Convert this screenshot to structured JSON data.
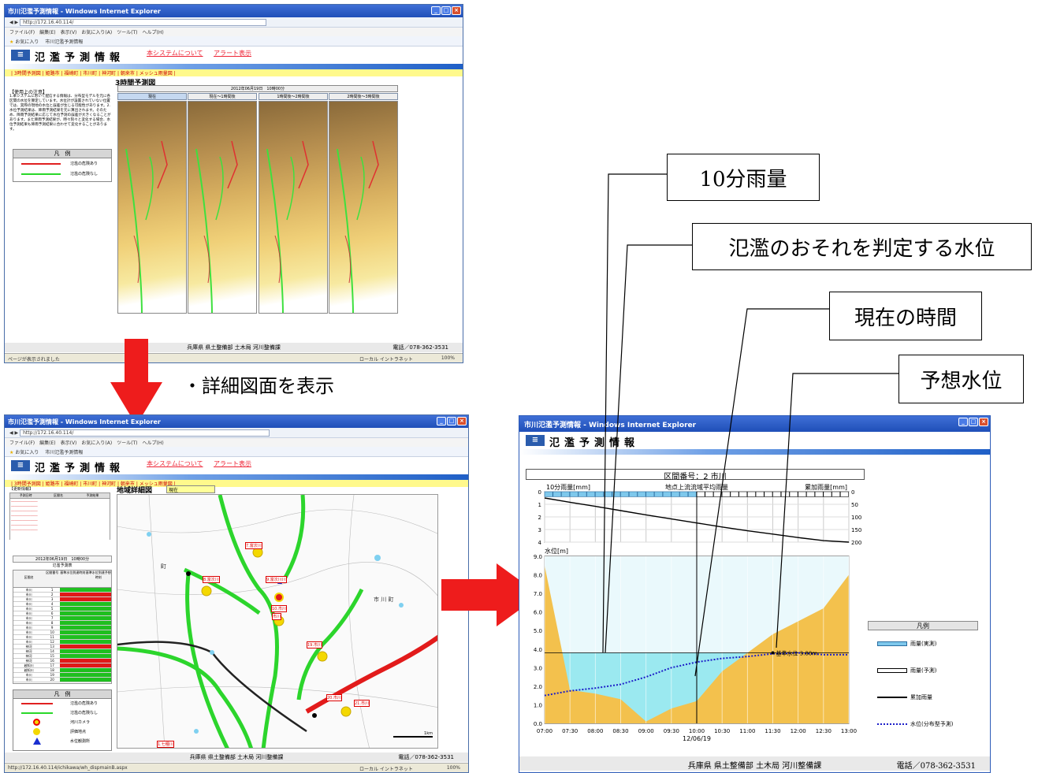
{
  "win1": {
    "title": "市川氾濫予測情報 - Windows Internet Explorer",
    "address": "http://172.16.40.114/",
    "menu": "ファイル(F)　編集(E)　表示(V)　お気に入り(A)　ツール(T)　ヘルプ(H)",
    "fav": "お気に入り",
    "tab": "市川氾濫予測情報",
    "brand_title": "氾濫予測情報",
    "link_about": "本システムについて",
    "link_alert": "アラート表示",
    "navbar": "| 3時間予測図 | 姫路市 | 福崎町 | 市川町 | 神河町 | 朝来市 | メッシュ雨量図 |",
    "page_heading": "3時間予測図",
    "notes_title": "【使用上の注意】",
    "notes": "1.本システムにおいて配信する情報は、分布型モデルを元に各区間の水位を算定しています。水位計が設置されていない位置では、実際の現地の水位と誤差が生じる可能性があります。2.水位予測結果は、降雨予測結果を元に算出されます。そのため、降雨予測結果に応じて水位予測の誤差が大きくなることがあります。また降雨予測結果が、時々刻々と変化する場合、水位予測結果も降雨予測結果に合わせて変化することがあります。",
    "date_header": "2012年06月19日　10時00分",
    "cell_labels": [
      "現在",
      "現在～1時間後",
      "1時間後～2時間後",
      "2時間後～3時間後"
    ],
    "legend_title": "凡　例",
    "legend_danger": "氾濫の危険あり",
    "legend_safe": "氾濫の危険なし",
    "footer": "兵庫県 県土整備部 土木局 河川整備課",
    "tel": "電話／078-362-3531",
    "status": "ページが表示されました",
    "zone": "ローカル イントラネット",
    "zoom": "100%"
  },
  "mid_label": "・詳細図面を表示",
  "win2": {
    "title": "市川氾濫予測情報 - Windows Internet Explorer",
    "address": "http://172.16.40.114/",
    "menu": "ファイル(F)　編集(E)　表示(V)　お気に入り(A)　ツール(T)　ヘルプ(H)",
    "fav": "お気に入り",
    "tab": "市川氾濫予測情報",
    "brand_title": "氾濫予測情報",
    "link_about": "本システムについて",
    "link_alert": "アラート表示",
    "navbar": "| 3時間予測図 | 姫路市 | 福崎町 | 市川町 | 神河町 | 朝来市 | メッシュ雨量図 |",
    "page_heading": "地域詳細図",
    "select_value": "現在",
    "update_title": "【更新情報】",
    "update_headers": [
      "予測日時",
      "区間名",
      "予測結果"
    ],
    "date_header": "2012年06月19日　10時00分",
    "table_title": "氾濫予測表",
    "table_headers": [
      "区間名",
      "区間番号",
      "基準水位到達時刻",
      "基準水位到達予想時刻"
    ],
    "rows": [
      "市川",
      "市川",
      "市川",
      "市川",
      "市川",
      "市川",
      "市川",
      "市川",
      "市川",
      "市川",
      "市川",
      "市川",
      "神河",
      "神河",
      "神河",
      "神河",
      "越知川",
      "越知川",
      "市川",
      "市川"
    ],
    "legend_title": "凡　例",
    "legend_items": [
      "氾濫の危険あり",
      "氾濫の危険なし",
      "河川カメラ",
      "評価地点",
      "水位観測所"
    ],
    "map_labels": [
      "7.富次川",
      "8.富次川",
      "9.富次川川",
      "10.市川",
      "市川",
      "19.市川",
      "20.市川",
      "21.市川",
      "1.七種川"
    ],
    "map_town_labels": [
      "市 川 町",
      "町"
    ],
    "scale": "1km",
    "footer": "兵庫県 県土整備部 土木局 河川整備課",
    "tel": "電話／078-362-3531",
    "status": "http://172.16.40.114/ichikawa/wh_dispmainB.aspx",
    "zone": "ローカル イントラネット",
    "zoom": "100%"
  },
  "win3": {
    "title": "市川氾濫予測情報 - Windows Internet Explorer",
    "brand_title": "氾濫予測情報",
    "section": "区間番号：2 市川",
    "rain_left_label": "10分雨量[mm]",
    "rain_center_label": "地点上流流域平均雨量",
    "rain_right_label": "累加雨量[mm]",
    "level_label": "水位[m]",
    "ref_label": "基準水位 3.80m",
    "date_label": "12/06/19",
    "legend_title": "凡例",
    "legend_items": [
      "雨量(実測)",
      "雨量(予測)",
      "累加雨量",
      "水位(分布型予測)"
    ],
    "footer": "兵庫県 県土整備部 土木局 河川整備課",
    "tel": "電話／078-362-3531"
  },
  "callouts": {
    "rain": "10分雨量",
    "danger_level": "氾濫のおそれを判定する水位",
    "now": "現在の時間",
    "forecast": "予想水位"
  },
  "chart_data": {
    "type": "area",
    "x": [
      "07:00",
      "07:30",
      "08:00",
      "08:30",
      "09:00",
      "09:30",
      "10:00",
      "10:30",
      "11:00",
      "11:30",
      "12:00",
      "12:30",
      "13:00"
    ],
    "rain_yticks": [
      0,
      1,
      2,
      3,
      4
    ],
    "cum_yticks": [
      0,
      50,
      100,
      150,
      200
    ],
    "level_yticks": [
      0.0,
      1.0,
      2.0,
      3.0,
      4.0,
      5.0,
      6.0,
      7.0,
      8.0,
      9.0
    ],
    "ylim": [
      0,
      9
    ],
    "reference_level": 3.8,
    "current_time": "10:00",
    "rain_observed": [
      0.4,
      0.4,
      0.4,
      0.4,
      0.4,
      0.4,
      0.4,
      0.4,
      0.4,
      0.4,
      0.4,
      0.4,
      0.4,
      0.4,
      0.4,
      0.4,
      0.4,
      0.4
    ],
    "cumulative_rain": [
      25,
      42,
      58,
      75,
      92,
      108,
      124,
      140,
      155,
      168,
      182,
      194,
      200
    ],
    "water_level_forecast": [
      1.5,
      1.75,
      1.9,
      2.1,
      2.5,
      3.0,
      3.3,
      3.5,
      3.6,
      3.75,
      3.8,
      3.7,
      3.7
    ],
    "ground_profile": [
      8.5,
      1.8,
      1.6,
      1.3,
      0.1,
      0.8,
      1.2,
      2.8,
      3.8,
      4.8,
      5.5,
      6.2,
      8.0
    ],
    "grid": true
  }
}
